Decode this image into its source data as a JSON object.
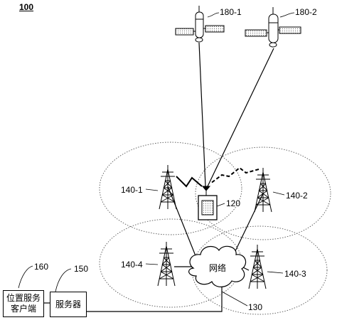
{
  "figure_number": "100",
  "satellites": [
    {
      "id": "sat-1",
      "label": "180-1"
    },
    {
      "id": "sat-2",
      "label": "180-2"
    }
  ],
  "towers": [
    {
      "id": "t1",
      "label": "140-1"
    },
    {
      "id": "t2",
      "label": "140-2"
    },
    {
      "id": "t3",
      "label": "140-3"
    },
    {
      "id": "t4",
      "label": "140-4"
    }
  ],
  "device": {
    "label": "120"
  },
  "network": {
    "text": "网络",
    "label": "130"
  },
  "server": {
    "text": "服务器",
    "label": "150"
  },
  "client": {
    "text_line1": "位置服务",
    "text_line2": "客户端",
    "label": "160"
  }
}
